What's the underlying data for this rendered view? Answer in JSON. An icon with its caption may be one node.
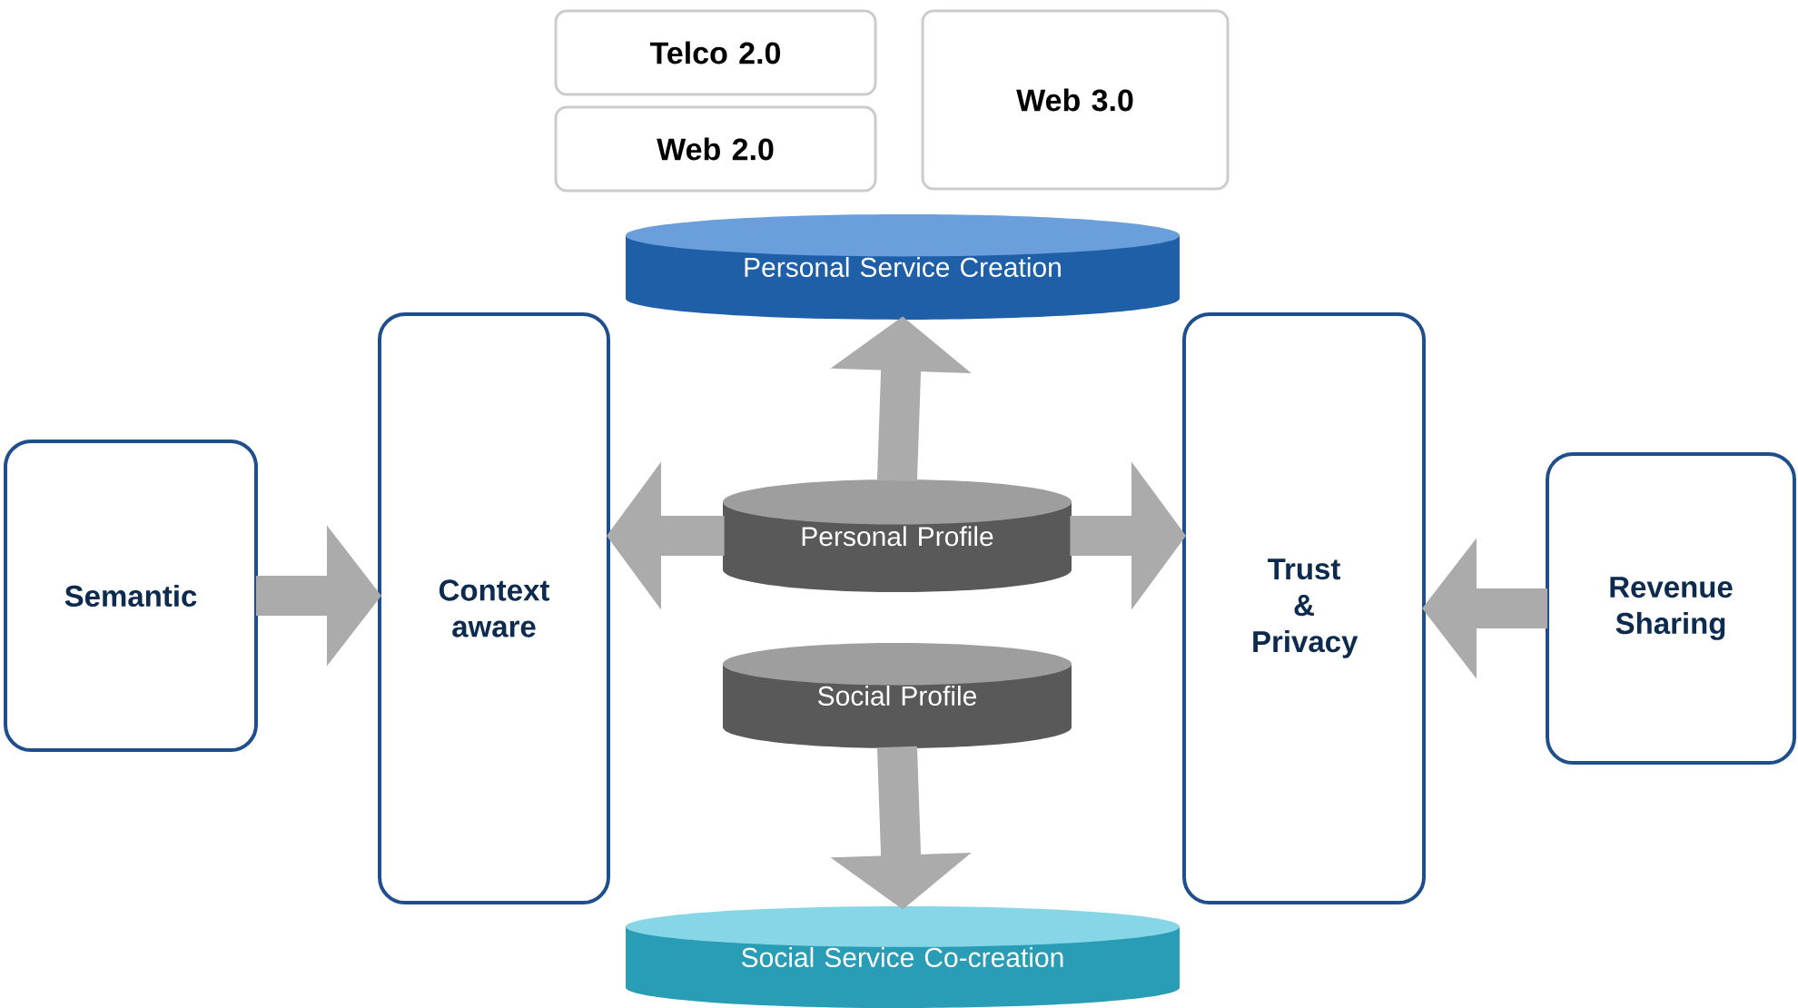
{
  "diagram": {
    "nodes": [
      {
        "text": [
          "Telco 2.0"
        ]
      },
      {
        "text": [
          "Web 2.0"
        ]
      },
      {
        "text": [
          "Web 3.0"
        ]
      },
      {
        "text": [
          "Personal Service Creation"
        ]
      },
      {
        "text": [
          "Semantic"
        ]
      },
      {
        "text": [
          "Context aware"
        ]
      },
      {
        "text": [
          "Personal Profile"
        ]
      },
      {
        "text": [
          "Social Profile"
        ]
      },
      {
        "text": [
          "Trust & Privacy"
        ]
      },
      {
        "text": [
          "Revenue Sharing"
        ]
      },
      {
        "text": [
          "Social Service Co-creation"
        ]
      }
    ],
    "edges": [
      {
        "from": 4,
        "to": 5,
        "arrow": "to"
      },
      {
        "from": 9,
        "to": 8,
        "arrow": "to"
      },
      {
        "from": 6,
        "to": 3,
        "arrow": "to"
      },
      {
        "from": 7,
        "to": 10,
        "arrow": "to"
      },
      {
        "from": 6,
        "to": 5,
        "arrow": "to"
      },
      {
        "from": 6,
        "to": 8,
        "arrow": "to"
      }
    ]
  }
}
